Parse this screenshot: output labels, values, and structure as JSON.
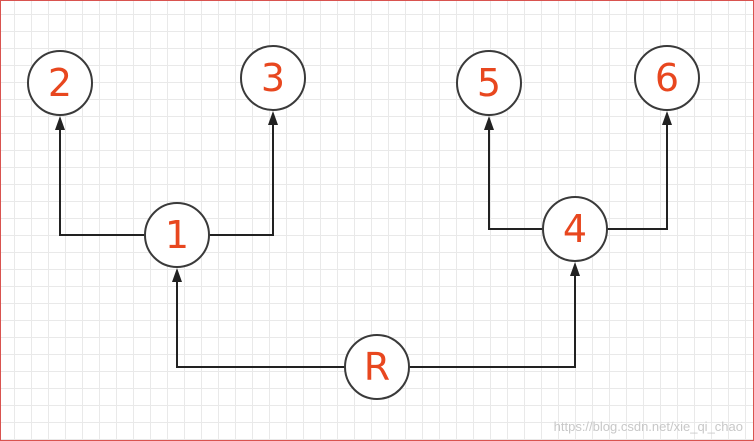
{
  "diagram": {
    "nodes": [
      {
        "id": "R",
        "label": "R"
      },
      {
        "id": "1",
        "label": "1"
      },
      {
        "id": "2",
        "label": "2"
      },
      {
        "id": "3",
        "label": "3"
      },
      {
        "id": "4",
        "label": "4"
      },
      {
        "id": "5",
        "label": "5"
      },
      {
        "id": "6",
        "label": "6"
      }
    ],
    "edges": [
      {
        "from": "R",
        "to": "1"
      },
      {
        "from": "R",
        "to": "4"
      },
      {
        "from": "1",
        "to": "2"
      },
      {
        "from": "1",
        "to": "3"
      },
      {
        "from": "4",
        "to": "5"
      },
      {
        "from": "4",
        "to": "6"
      }
    ],
    "colors": {
      "label": "#e8471f",
      "stroke": "#3a3a3a",
      "edge": "#222222"
    }
  },
  "watermark": "https://blog.csdn.net/xie_qi_chao"
}
